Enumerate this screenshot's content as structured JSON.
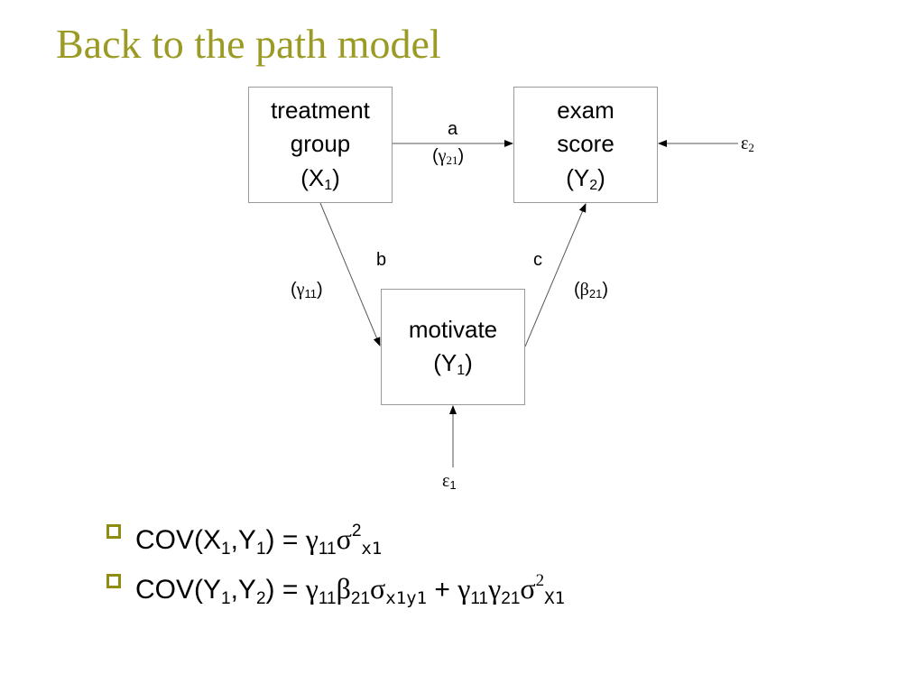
{
  "slide": {
    "title": "Back to the path model"
  },
  "nodes": {
    "x1": {
      "line1": "treatment",
      "line2": "group",
      "var": "X",
      "sub": "1"
    },
    "y2": {
      "line1": "exam",
      "line2": "score",
      "var": "Y",
      "sub": "2"
    },
    "y1": {
      "line1": "motivate",
      "var": "Y",
      "sub": "1"
    }
  },
  "paths": {
    "a": {
      "letter": "a",
      "coef": "γ",
      "coef_sub": "21"
    },
    "b": {
      "letter": "b",
      "coef": "γ",
      "coef_sub": "11"
    },
    "c": {
      "letter": "c",
      "coef": "β",
      "coef_sub": "21"
    }
  },
  "errors": {
    "e1": {
      "sym": "ε",
      "sub": "1"
    },
    "e2": {
      "sym": "ε",
      "sub": "2"
    }
  },
  "equations": [
    {
      "lhs_a": "COV(X",
      "lhs_a_sub": "1",
      "lhs_mid": ",Y",
      "lhs_b_sub": "1",
      "lhs_end": ") = ",
      "g": "γ",
      "g_sub": "11",
      "s": "σ",
      "s_sup": "2",
      "s_sub": "x1"
    },
    {
      "lhs_a": "COV(Y",
      "lhs_a_sub": "1",
      "lhs_mid": ",Y",
      "lhs_b_sub": "2",
      "lhs_end": ") = ",
      "t1_g": "γ",
      "t1_g_sub": "11",
      "t1_b": "β",
      "t1_b_sub": "21",
      "t1_s": "σ",
      "t1_s_sub": "x1y1",
      "plus": " + ",
      "t2_g": "γ",
      "t2_g_sub": "11",
      "t2_g2": "γ",
      "t2_g2_sub": "21",
      "t2_s": "σ",
      "t2_s_sup": "2",
      "t2_s_sub": "X1"
    }
  ]
}
